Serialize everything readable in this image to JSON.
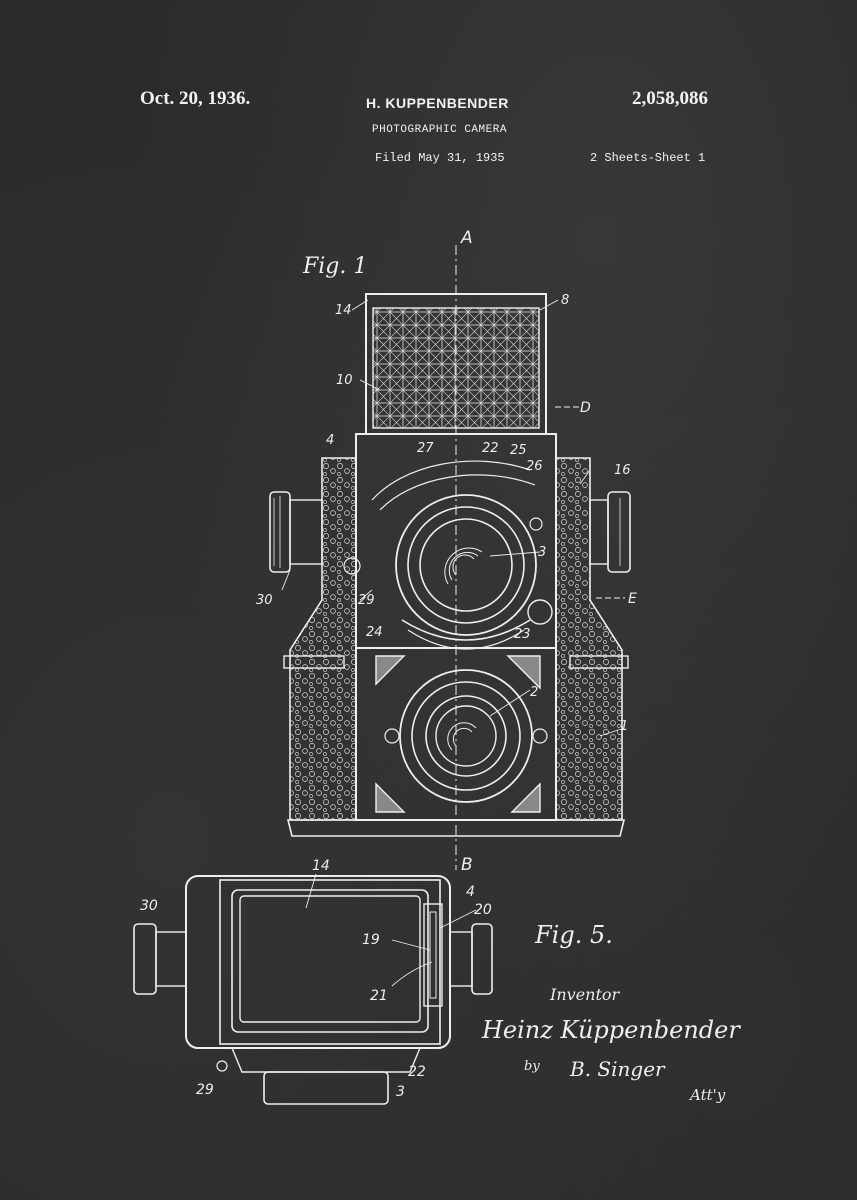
{
  "header": {
    "date": "Oct. 20, 1936.",
    "inventor": "H. KUPPENBENDER",
    "patent_number": "2,058,086",
    "title": "PHOTOGRAPHIC CAMERA",
    "filed": "Filed May 31, 1935",
    "sheets": "2 Sheets-Sheet 1"
  },
  "figures": {
    "fig1": "Fig. 1",
    "fig5": "Fig. 5."
  },
  "axis_labels": {
    "a": "A",
    "b": "B",
    "d": "D",
    "e": "E"
  },
  "callouts_fig1": [
    "14",
    "8",
    "10",
    "4",
    "27",
    "22",
    "25",
    "26",
    "16",
    "3",
    "30",
    "29",
    "24",
    "23",
    "2",
    "1"
  ],
  "callouts_fig5": [
    "14",
    "4",
    "30",
    "20",
    "19",
    "21",
    "29",
    "22",
    "3"
  ],
  "signature": {
    "inventor_label": "Inventor",
    "inventor_name": "Heinz Küppenbender",
    "by": "by",
    "attorney": "B. Singer",
    "attorney_abbrev": "Att'y"
  },
  "colors": {
    "background": "#2b2b2b",
    "ink": "#eeeeee"
  }
}
